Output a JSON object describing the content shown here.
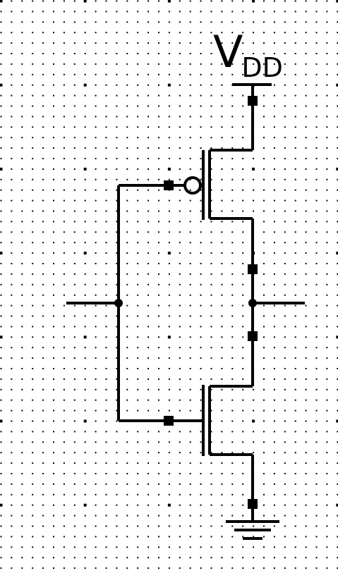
{
  "schematic": {
    "supply_label": "V",
    "supply_subscript": "DD"
  },
  "colors": {
    "wire": "#000000",
    "grid_dot": "#000000",
    "background": "#ffffff"
  },
  "components": [
    "pmos-transistor",
    "nmos-transistor",
    "vdd-supply",
    "ground-symbol"
  ]
}
